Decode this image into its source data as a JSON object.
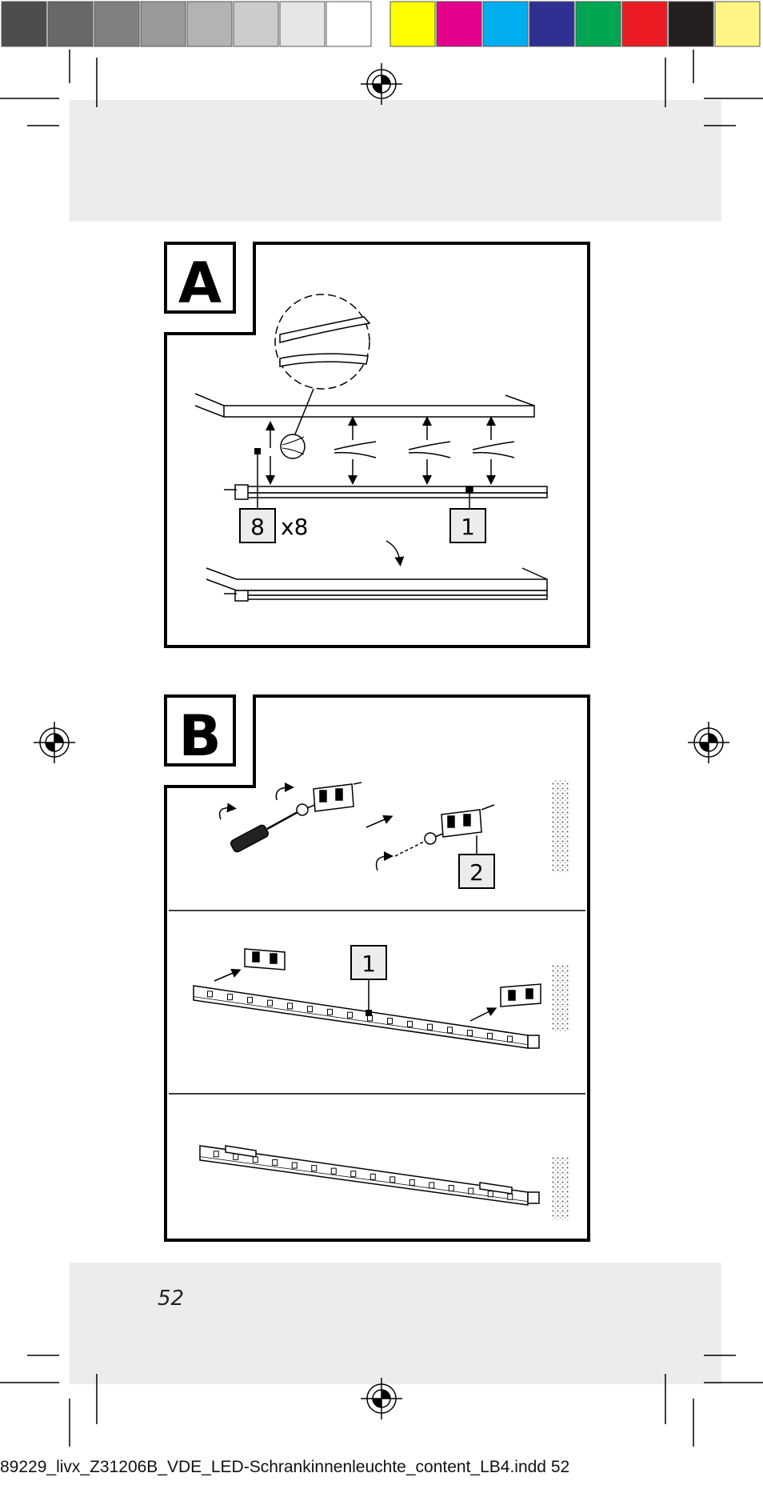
{
  "color_bar": [
    "#4d4d4d",
    "#686868",
    "#808080",
    "#999999",
    "#b3b3b3",
    "#cccccc",
    "#e6e6e6",
    "#ffffff",
    "#ffff00",
    "#e5008c",
    "#00aeef",
    "#2e3192",
    "#00a651",
    "#ed1c24",
    "#231f20",
    "#fff685"
  ],
  "figure_a": {
    "label": "A",
    "callouts": {
      "part_8": "8",
      "qty": "x8",
      "part_1": "1"
    }
  },
  "figure_b": {
    "label": "B",
    "callouts": {
      "part_2": "2",
      "part_1": "1"
    }
  },
  "page_number": "52",
  "footer_slug": "89229_livx_Z31206B_VDE_LED-Schrankinnenleuchte_content_LB4.indd 52"
}
